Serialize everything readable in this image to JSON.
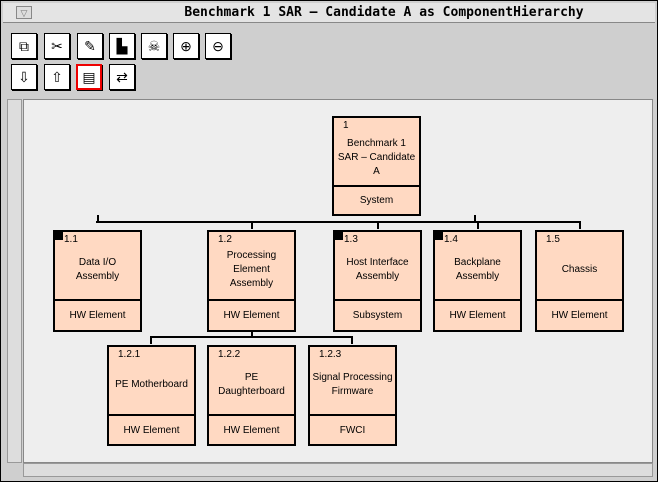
{
  "window": {
    "title": "Benchmark 1 SAR – Candidate A as ComponentHierarchy"
  },
  "toolbar": [
    {
      "icon": "copy-icon",
      "glyph": "⧉"
    },
    {
      "icon": "scissors-icon",
      "glyph": "✂"
    },
    {
      "icon": "glue-icon",
      "glyph": "✎"
    },
    {
      "icon": "layout-icon",
      "glyph": "▙"
    },
    {
      "icon": "skull-icon",
      "glyph": "☠"
    },
    {
      "icon": "zoom-in-icon",
      "glyph": "⊕"
    },
    {
      "icon": "zoom-out-icon",
      "glyph": "⊖"
    },
    {
      "icon": "expand-down-icon",
      "glyph": "⇩"
    },
    {
      "icon": "collapse-icon",
      "glyph": "⇧"
    },
    {
      "icon": "table-view-icon",
      "glyph": "▤"
    },
    {
      "icon": "swap-icon",
      "glyph": "⇄"
    }
  ],
  "nodes": [
    {
      "num": "1",
      "name": "Benchmark 1 SAR – Candidate A",
      "type": "System",
      "mark": false
    },
    {
      "num": "1.1",
      "name": "Data I/O Assembly",
      "type": "HW Element",
      "mark": true
    },
    {
      "num": "1.2",
      "name": "Processing Element Assembly",
      "type": "HW Element",
      "mark": false
    },
    {
      "num": "1.3",
      "name": "Host Interface Assembly",
      "type": "Subsystem",
      "mark": true
    },
    {
      "num": "1.4",
      "name": "Backplane Assembly",
      "type": "HW Element",
      "mark": true
    },
    {
      "num": "1.5",
      "name": "Chassis",
      "type": "HW Element",
      "mark": false
    },
    {
      "num": "1.2.1",
      "name": "PE Motherboard",
      "type": "HW Element",
      "mark": false
    },
    {
      "num": "1.2.2",
      "name": "PE Daughterboard",
      "type": "HW Element",
      "mark": false
    },
    {
      "num": "1.2.3",
      "name": "Signal Processing Firmware",
      "type": "FWCI",
      "mark": false
    }
  ]
}
